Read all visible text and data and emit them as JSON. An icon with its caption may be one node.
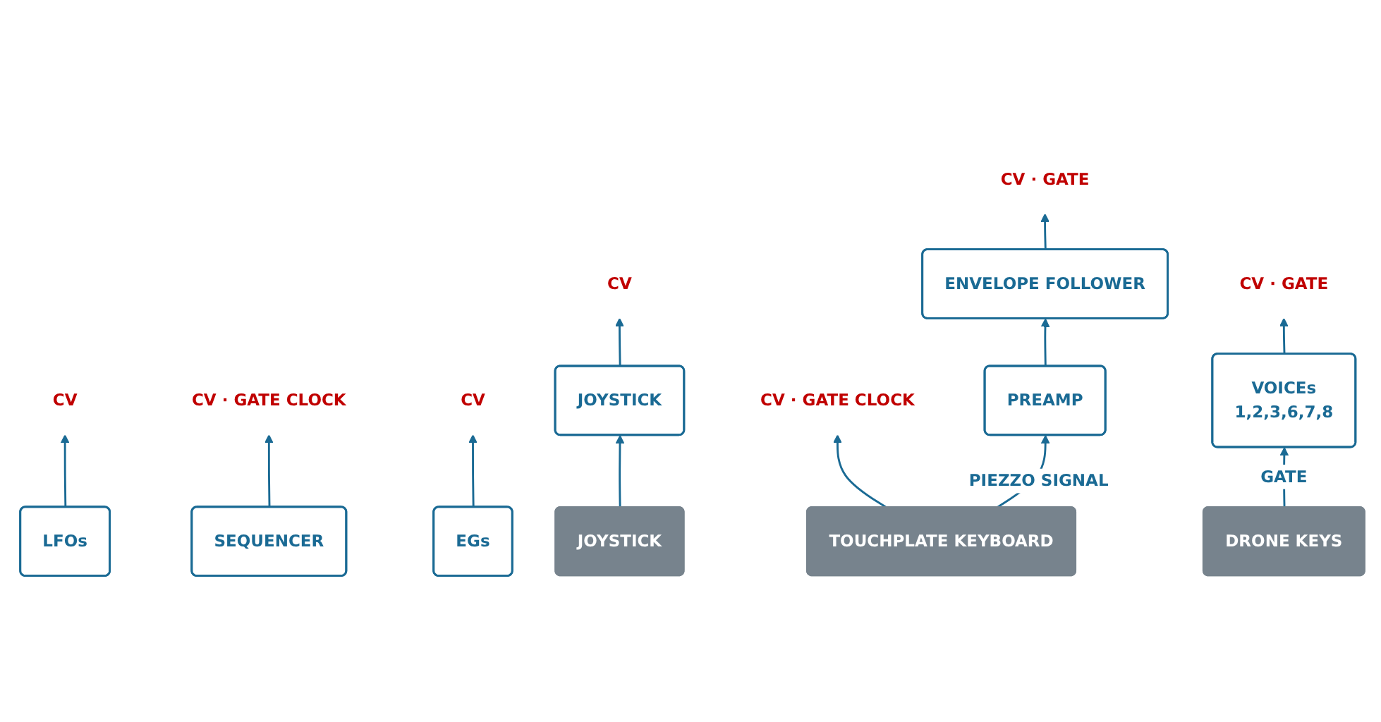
{
  "diagram": {
    "nodes": [
      {
        "text": [
          "CV"
        ]
      },
      {
        "text": [
          "CV"
        ]
      },
      {
        "text": [
          "CV · GATE CLOCK"
        ]
      },
      {
        "text": [
          "CV · GATE CLOCK"
        ]
      },
      {
        "text": [
          "CV"
        ]
      },
      {
        "text": [
          "CV · GATE"
        ]
      },
      {
        "text": [
          "CV · GATE"
        ]
      },
      {
        "text": [
          "LFOs"
        ]
      },
      {
        "text": [
          "JOYSTICK"
        ]
      },
      {
        "text": [
          "SEQUENCER"
        ]
      },
      {
        "text": [
          "EGs"
        ]
      },
      {
        "text": [
          "VOICEs",
          "1,2,3,6,7,8"
        ]
      },
      {
        "text": [
          "JOYSTICK"
        ]
      },
      {
        "text": [
          "TOUCHPLATE KEYBOARD"
        ]
      },
      {
        "text": [
          "DRONE KEYS"
        ]
      },
      {
        "text": [
          "PREAMP"
        ]
      },
      {
        "text": [
          "ENVELOPE FOLLOWER"
        ]
      }
    ],
    "edges": [
      {
        "from": 7,
        "to": 0,
        "arrow": "to"
      },
      {
        "from": 8,
        "to": 1,
        "arrow": "to"
      },
      {
        "from": 9,
        "to": 2,
        "arrow": "to"
      },
      {
        "from": 13,
        "to": 3,
        "arrow": "to"
      },
      {
        "from": 10,
        "to": 4,
        "arrow": "to"
      },
      {
        "from": 11,
        "to": 5,
        "arrow": "to"
      },
      {
        "from": 16,
        "to": 6,
        "arrow": "to"
      },
      {
        "from": 12,
        "to": 8,
        "arrow": "to"
      },
      {
        "from": 14,
        "to": 11,
        "label": "GATE",
        "arrow": "to"
      },
      {
        "from": 13,
        "to": 15,
        "label": "PIEZZO SIGNAL",
        "arrow": "to"
      },
      {
        "from": 15,
        "to": 16,
        "arrow": "to"
      }
    ]
  }
}
